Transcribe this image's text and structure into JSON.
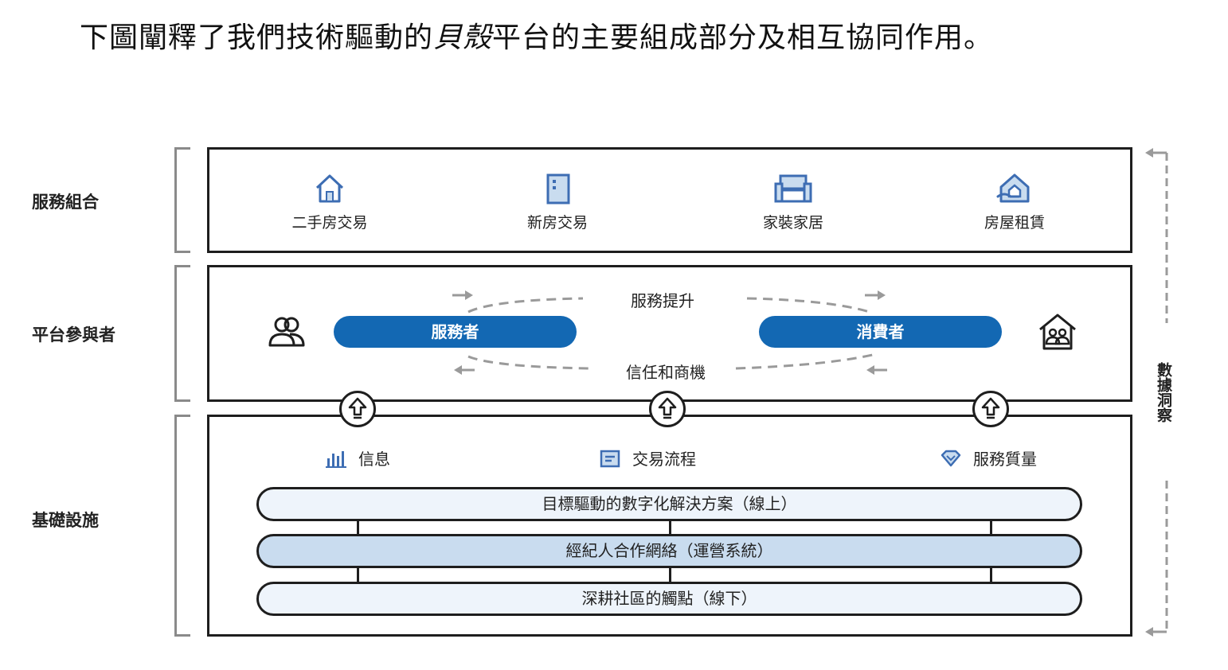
{
  "intro": {
    "before": "下圖闡釋了我們技術驅動的",
    "brand": "貝殼",
    "after": "平台的主要組成部分及相互協同作用。"
  },
  "sections": {
    "services": "服務組合",
    "participants": "平台參與者",
    "infrastructure": "基礎設施"
  },
  "services": [
    {
      "label": "二手房交易",
      "icon": "house-icon"
    },
    {
      "label": "新房交易",
      "icon": "building-icon"
    },
    {
      "label": "家裝家居",
      "icon": "sofa-icon"
    },
    {
      "label": "房屋租賃",
      "icon": "rental-house-icon"
    }
  ],
  "participants": {
    "left_pill": "服務者",
    "right_pill": "消費者",
    "top_flow": "服務提升",
    "bottom_flow": "信任和商機"
  },
  "infrastructure": {
    "items": [
      "信息",
      "交易流程",
      "服務質量"
    ],
    "bars": [
      "目標驅動的數字化解決方案（線上）",
      "經紀人合作網絡（運營系統）",
      "深耕社區的觸點（線下）"
    ]
  },
  "side_label": "數據洞察",
  "colors": {
    "accent": "#1368b3",
    "icon_blue": "#3d6db3",
    "bar_light": "#eef4fb",
    "bar_mid": "#c9dcef",
    "border": "#1e1e1e",
    "bracket": "#8a8a8a",
    "dashed": "#9a9a9a"
  }
}
